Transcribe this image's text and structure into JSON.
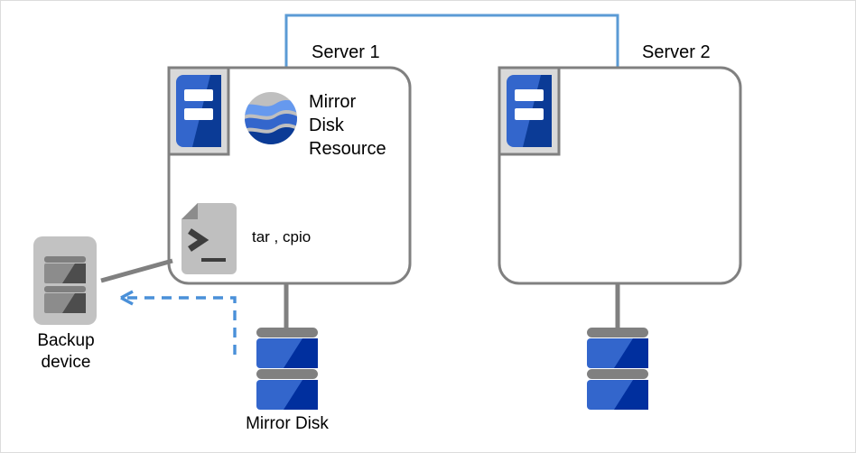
{
  "diagram": {
    "title_nodes": {
      "server1": "Server 1",
      "server2": "Server 2"
    },
    "labels": {
      "mirror_disk_resource": "Mirror\nDisk\nResource",
      "mirror_disk_resource_lines": [
        "Mirror",
        "Disk",
        "Resource"
      ],
      "tar_cpio": "tar , cpio",
      "backup_device": "Backup\ndevice",
      "backup_device_lines": [
        "Backup",
        "device"
      ],
      "mirror_disk": "Mirror Disk"
    },
    "icons": {
      "server1_icon": "server-icon",
      "server2_icon": "server-icon",
      "mirror_disk_resource_icon": "globe-icon",
      "script_icon": "terminal-script-icon",
      "backup_device_icon": "backup-device-icon",
      "mirror_disk_icon": "disk-stack-icon",
      "server2_disk_icon": "disk-stack-icon",
      "backup_arrow": "dashed-arrow-left-icon"
    },
    "colors": {
      "heartbeat_line": "#5b9bd5",
      "backup_arrow": "#5b9bd5",
      "box_border": "#808080",
      "connector": "#808080",
      "disk_blue_light": "#3366cc",
      "disk_blue_dark": "#002f9e",
      "icon_frame_gray": "#d9d9d9",
      "script_gray": "#bfbfbf",
      "globe_gray": "#bfbfbf",
      "globe_light_blue": "#6699ee",
      "globe_mid_blue": "#3366cc",
      "globe_dark_blue": "#0b3b96",
      "text": "#000000",
      "page_border": "#dcdcdc"
    }
  }
}
